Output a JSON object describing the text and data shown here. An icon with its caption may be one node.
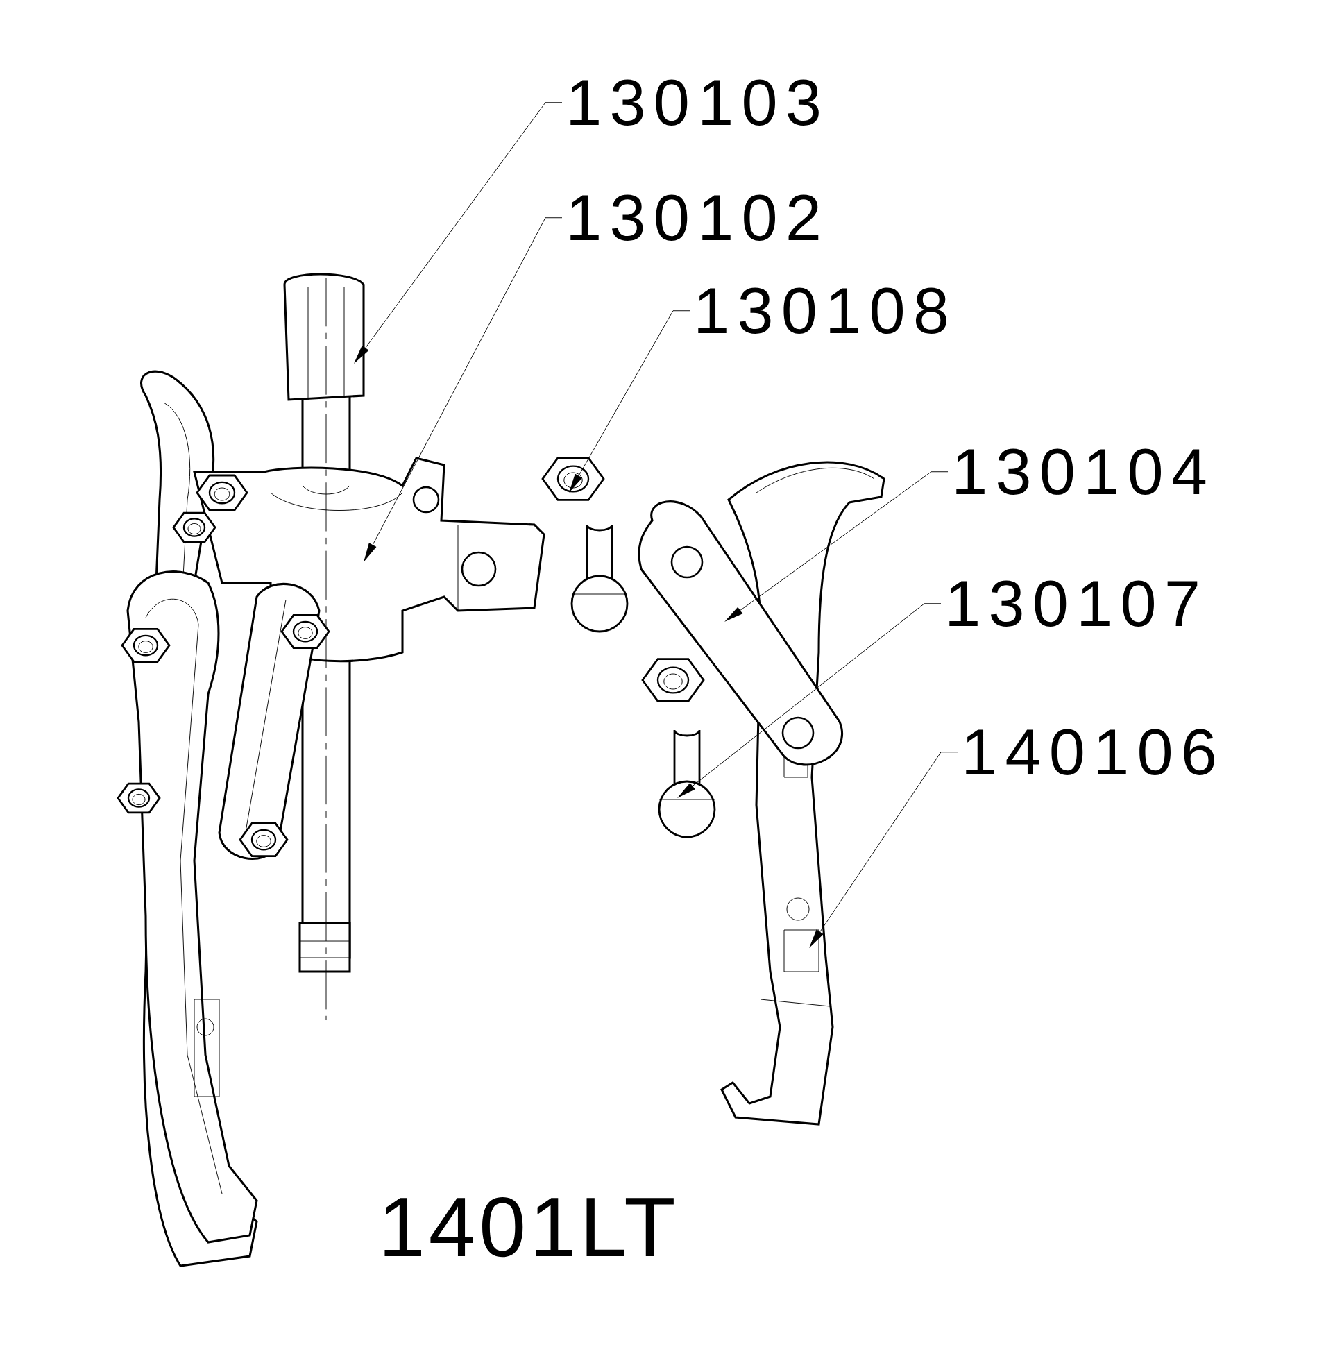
{
  "diagram": {
    "nodes": [
      {
        "text": [
          "130103"
        ]
      },
      {
        "text": [
          "130102"
        ]
      },
      {
        "text": [
          "130108"
        ]
      },
      {
        "text": [
          "130104"
        ]
      },
      {
        "text": [
          "130107"
        ]
      },
      {
        "text": [
          "140106"
        ]
      }
    ],
    "edges": [
      {
        "from": 0,
        "to": null,
        "arrow": "to"
      },
      {
        "from": 1,
        "to": null,
        "arrow": "to"
      },
      {
        "from": 2,
        "to": null,
        "arrow": "to"
      },
      {
        "from": 3,
        "to": null,
        "arrow": "to"
      },
      {
        "from": 4,
        "to": null,
        "arrow": "to"
      },
      {
        "from": 5,
        "to": null,
        "arrow": "to"
      }
    ],
    "labels": [
      "1401LT"
    ]
  }
}
